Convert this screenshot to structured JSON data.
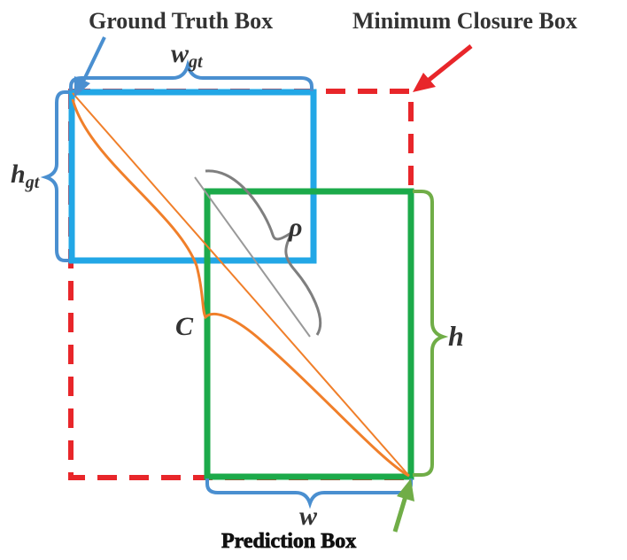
{
  "labels": {
    "ground_truth": "Ground Truth Box",
    "min_closure": "Minimum Closure Box",
    "prediction": "Prediction Box"
  },
  "symbols": {
    "w_gt_base": "w",
    "w_gt_sub": "gt",
    "h_gt_base": "h",
    "h_gt_sub": "gt",
    "rho": "ρ",
    "c": "C",
    "h": "h",
    "w": "w"
  },
  "colors": {
    "ground_truth_box": "#22a7e6",
    "prediction_box": "#1caa4a",
    "closure_box": "#e8262a",
    "diagonal": "#f07f2a",
    "brace_blue": "#4a8fd0",
    "brace_green": "#70ad47",
    "brace_gray": "#7f7f7f",
    "arrow_blue": "#4a8fd0",
    "arrow_red": "#e8262a",
    "arrow_green": "#70ad47",
    "text": "#333333"
  }
}
